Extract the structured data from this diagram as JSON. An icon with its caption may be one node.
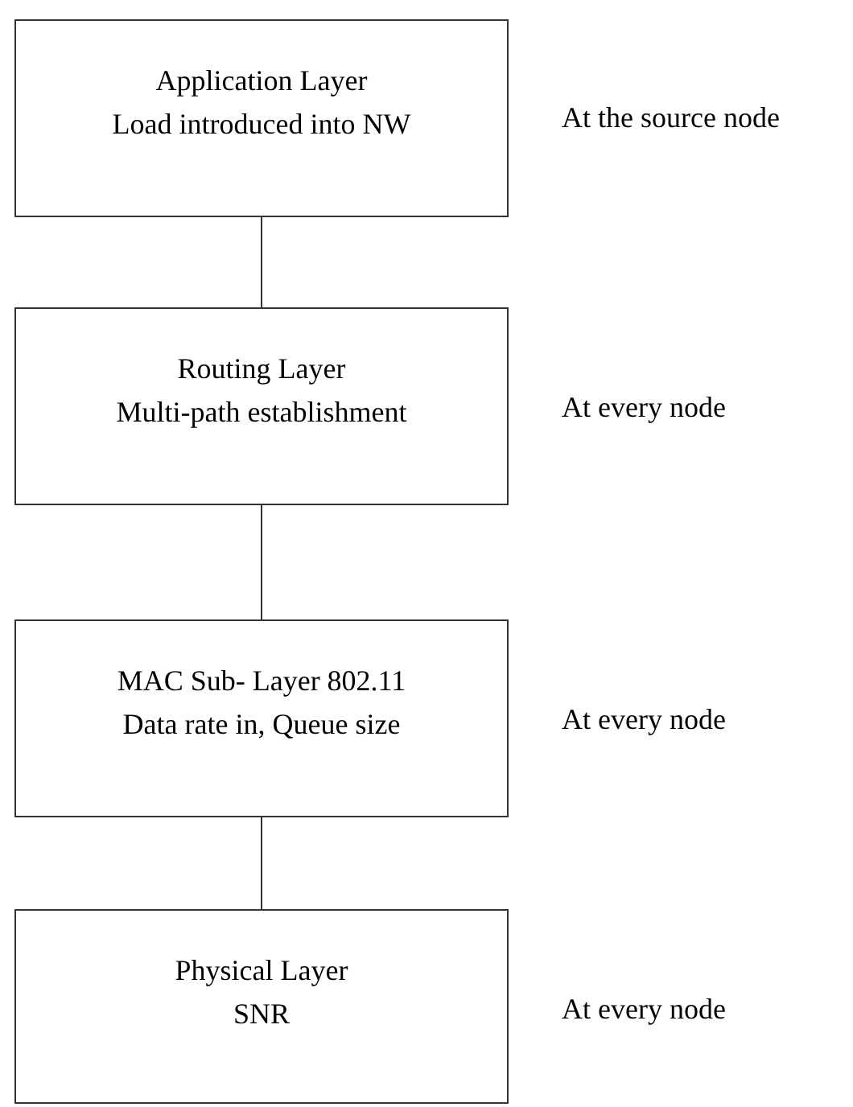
{
  "diagram": {
    "nodes": [
      {
        "text": [
          "Application Layer",
          "Load introduced into NW"
        ],
        "beside": [
          "At the source node"
        ]
      },
      {
        "text": [
          "Routing Layer",
          "Multi-path establishment"
        ],
        "beside": [
          "At every node"
        ]
      },
      {
        "text": [
          "MAC Sub- Layer 802.11",
          "Data rate in, Queue size"
        ],
        "beside": [
          "At every node"
        ]
      },
      {
        "text": [
          "Physical Layer",
          "SNR"
        ],
        "beside": [
          "At every node"
        ]
      }
    ],
    "edges": [
      {
        "from": 0,
        "to": 1,
        "arrow": "none"
      },
      {
        "from": 1,
        "to": 2,
        "arrow": "none"
      },
      {
        "from": 2,
        "to": 3,
        "arrow": "none"
      }
    ]
  }
}
